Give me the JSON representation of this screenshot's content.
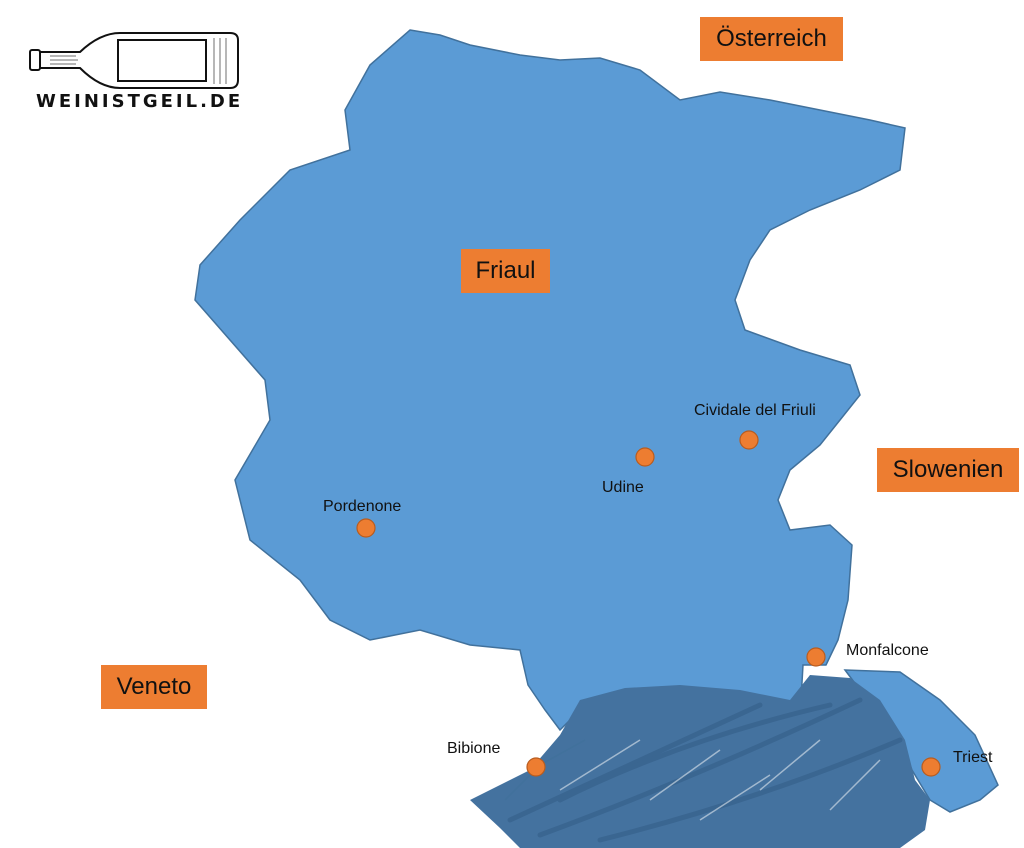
{
  "logo": {
    "text": "WEINISTGEIL.DE",
    "icon": "wine-bottle-icon"
  },
  "regions": {
    "friaul": "Friaul",
    "austria": "Österreich",
    "slovenia": "Slowenien",
    "veneto": "Veneto"
  },
  "cities": {
    "cividale": "Cividale del Friuli",
    "udine": "Udine",
    "pordenone": "Pordenone",
    "monfalcone": "Monfalcone",
    "bibione": "Bibione",
    "triest": "Triest"
  },
  "colors": {
    "region_fill": "#5b9bd5",
    "region_stroke": "#41719c",
    "sea": "#44729f",
    "label_box": "#ed7d31",
    "city_marker": "#ed7d31"
  }
}
